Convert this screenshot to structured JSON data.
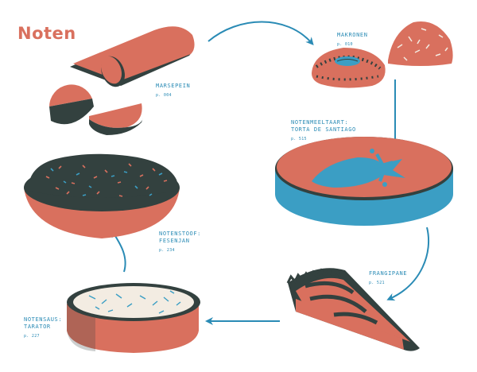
{
  "title": "Noten",
  "colors": {
    "coral": "#d9705e",
    "dark": "#33413f",
    "blue": "#3b9ec4",
    "cream": "#f3ece2",
    "ink": "#2a8bb5"
  },
  "items": [
    {
      "name": "MARSEPEIN",
      "page": "p. 004"
    },
    {
      "name": "MAKRONEN",
      "page": "p. 010"
    },
    {
      "name": "NOTENMEELTAART:\nTORTA DE SANTIAGO",
      "page": "p. 515"
    },
    {
      "name": "FRANGIPANE",
      "page": "p. 521"
    },
    {
      "name": "NOTENSAUS:\nTARATOR",
      "page": "p. 227"
    },
    {
      "name": "NOTENSTOOF:\nFESENJAN",
      "page": "p. 234"
    }
  ]
}
